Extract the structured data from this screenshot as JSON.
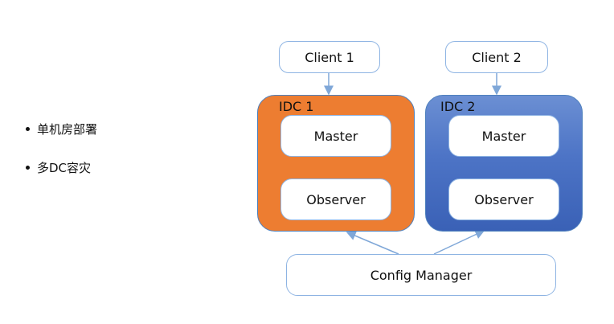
{
  "bullets": [
    "单机房部署",
    "多DC容灾"
  ],
  "clients": [
    "Client 1",
    "Client 2"
  ],
  "idcs": [
    {
      "label": "IDC 1",
      "master": "Master",
      "observer": "Observer",
      "color": "#ed7d31"
    },
    {
      "label": "IDC 2",
      "master": "Master",
      "observer": "Observer",
      "color": "#4472c4"
    }
  ],
  "config_manager": "Config Manager",
  "colors": {
    "box_border": "#8eb4e3",
    "arrow": "#7fa7d8"
  }
}
